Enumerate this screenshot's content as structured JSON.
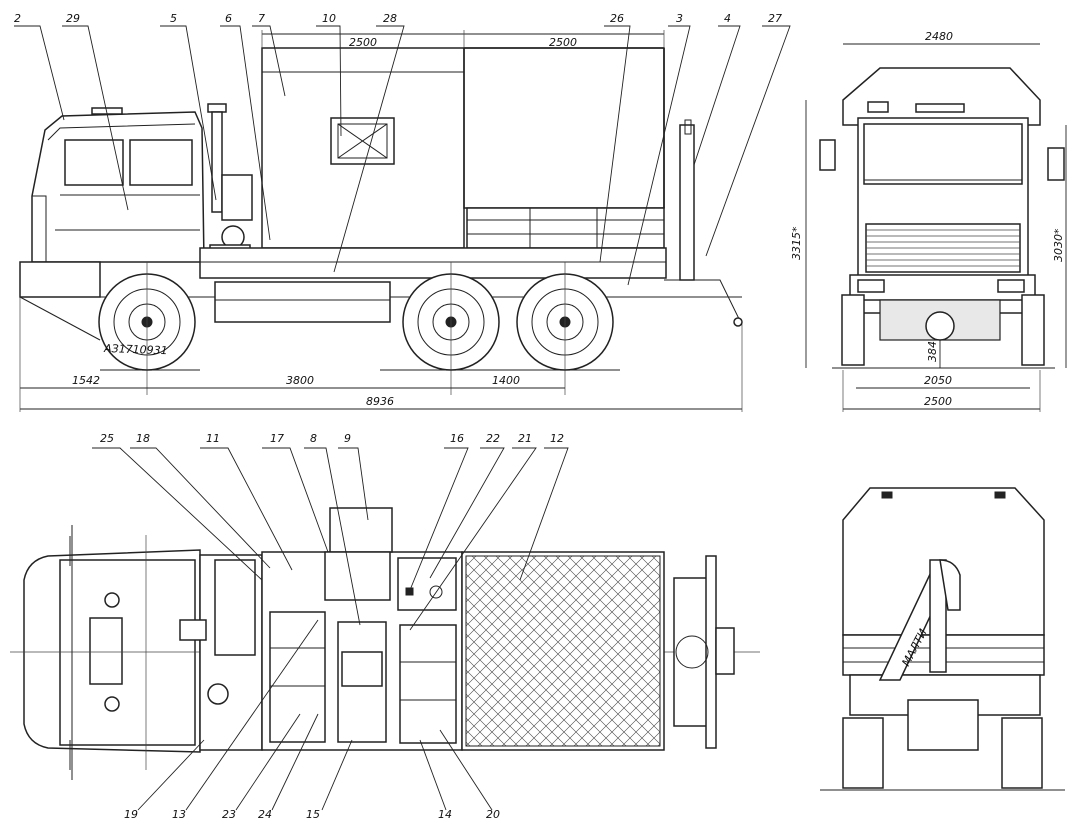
{
  "callouts_top": [
    "2",
    "29",
    "5",
    "6",
    "7",
    "10",
    "28",
    "26",
    "3",
    "4",
    "27"
  ],
  "callouts_bottom_top": [
    "25",
    "18",
    "11",
    "17",
    "8",
    "9",
    "16",
    "22",
    "21",
    "12"
  ],
  "callouts_bottom_bottom": [
    "19",
    "13",
    "23",
    "24",
    "15",
    "14",
    "20"
  ],
  "dimensions_side": {
    "d_2500_a": "2500",
    "d_2500_b": "2500",
    "d_1542": "1542",
    "d_3800": "3800",
    "d_1400": "1400",
    "d_8936": "8936"
  },
  "dimensions_front": {
    "width_top": "2480",
    "height_left": "3315*",
    "height_right": "3030*",
    "clearance": "384",
    "track": "2050",
    "width_bottom": "2500"
  },
  "rear_crane_label": "МАЛТИ",
  "plate_label": "АЗ1710931"
}
